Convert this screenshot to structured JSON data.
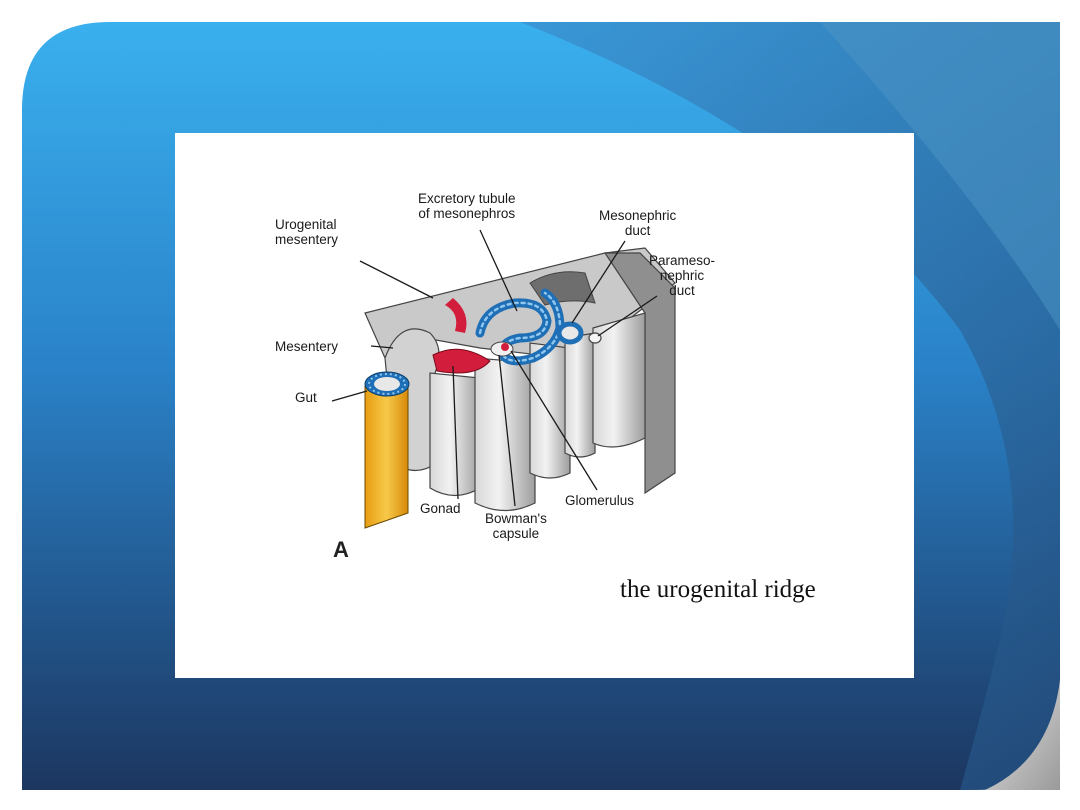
{
  "slide": {
    "colors": {
      "gradient_top": "#3aa9e8",
      "gradient_bottom": "#1d3a63",
      "wave_dark": "#2a5f8f",
      "page_curl": "#c8c8c8"
    }
  },
  "diagram": {
    "panel_letter": "A",
    "caption": "the urogenital ridge",
    "colors": {
      "tubule_blue": "#1e6fb5",
      "gonad_red": "#d21e3c",
      "gut_yellow": "#f0b51e",
      "tissue_gray": "#bdbdbd"
    },
    "labels": {
      "urogenital_mesentery": [
        "Urogenital",
        "mesentery"
      ],
      "excretory_tubule": [
        "Excretory tubule",
        "of mesonephros"
      ],
      "mesonephric_duct": [
        "Mesonephric",
        "duct"
      ],
      "paramesonephric_duct": [
        "Parameso-",
        "nephric",
        "duct"
      ],
      "mesentery": "Mesentery",
      "gut": "Gut",
      "gonad": "Gonad",
      "glomerulus": "Glomerulus",
      "bowmans_capsule": [
        "Bowman's",
        "capsule"
      ]
    }
  }
}
